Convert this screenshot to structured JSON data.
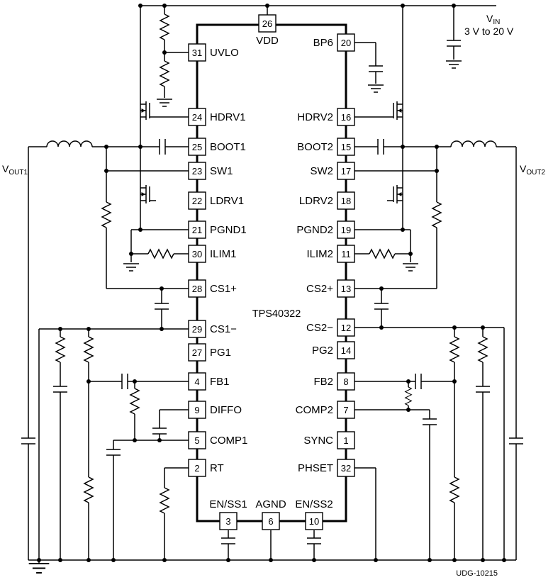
{
  "part_label": "TPS40322",
  "doc_code": "UDG-10215",
  "power": {
    "vin": {
      "base": "V",
      "sub": "IN",
      "range": "3 V to 20 V"
    },
    "vout1": {
      "base": "V",
      "sub": "OUT1"
    },
    "vout2": {
      "base": "V",
      "sub": "OUT2"
    }
  },
  "ic": {
    "left_pins": [
      {
        "number": "31",
        "name": "UVLO"
      },
      {
        "number": "24",
        "name": "HDRV1"
      },
      {
        "number": "25",
        "name": "BOOT1"
      },
      {
        "number": "23",
        "name": "SW1"
      },
      {
        "number": "22",
        "name": "LDRV1"
      },
      {
        "number": "21",
        "name": "PGND1"
      },
      {
        "number": "30",
        "name": "ILIM1"
      },
      {
        "number": "28",
        "name": "CS1+"
      },
      {
        "number": "29",
        "name": "CS1−"
      },
      {
        "number": "27",
        "name": "PG1"
      },
      {
        "number": "4",
        "name": "FB1"
      },
      {
        "number": "9",
        "name": "DIFFO"
      },
      {
        "number": "5",
        "name": "COMP1"
      },
      {
        "number": "2",
        "name": "RT"
      }
    ],
    "right_pins": [
      {
        "number": "20",
        "name": "BP6"
      },
      {
        "number": "16",
        "name": "HDRV2"
      },
      {
        "number": "15",
        "name": "BOOT2"
      },
      {
        "number": "17",
        "name": "SW2"
      },
      {
        "number": "18",
        "name": "LDRV2"
      },
      {
        "number": "19",
        "name": "PGND2"
      },
      {
        "number": "11",
        "name": "ILIM2"
      },
      {
        "number": "13",
        "name": "CS2+"
      },
      {
        "number": "12",
        "name": "CS2−"
      },
      {
        "number": "14",
        "name": "PG2"
      },
      {
        "number": "8",
        "name": "FB2"
      },
      {
        "number": "7",
        "name": "COMP2"
      },
      {
        "number": "1",
        "name": "SYNC"
      },
      {
        "number": "32",
        "name": "PHSET"
      }
    ],
    "top_pins": [
      {
        "number": "26",
        "name": "VDD"
      }
    ],
    "bottom_pins": [
      {
        "number": "3",
        "name": "EN/SS1"
      },
      {
        "number": "6",
        "name": "AGND"
      },
      {
        "number": "10",
        "name": "EN/SS2"
      }
    ]
  },
  "colors": {
    "line": "#000000",
    "background": "#ffffff"
  }
}
